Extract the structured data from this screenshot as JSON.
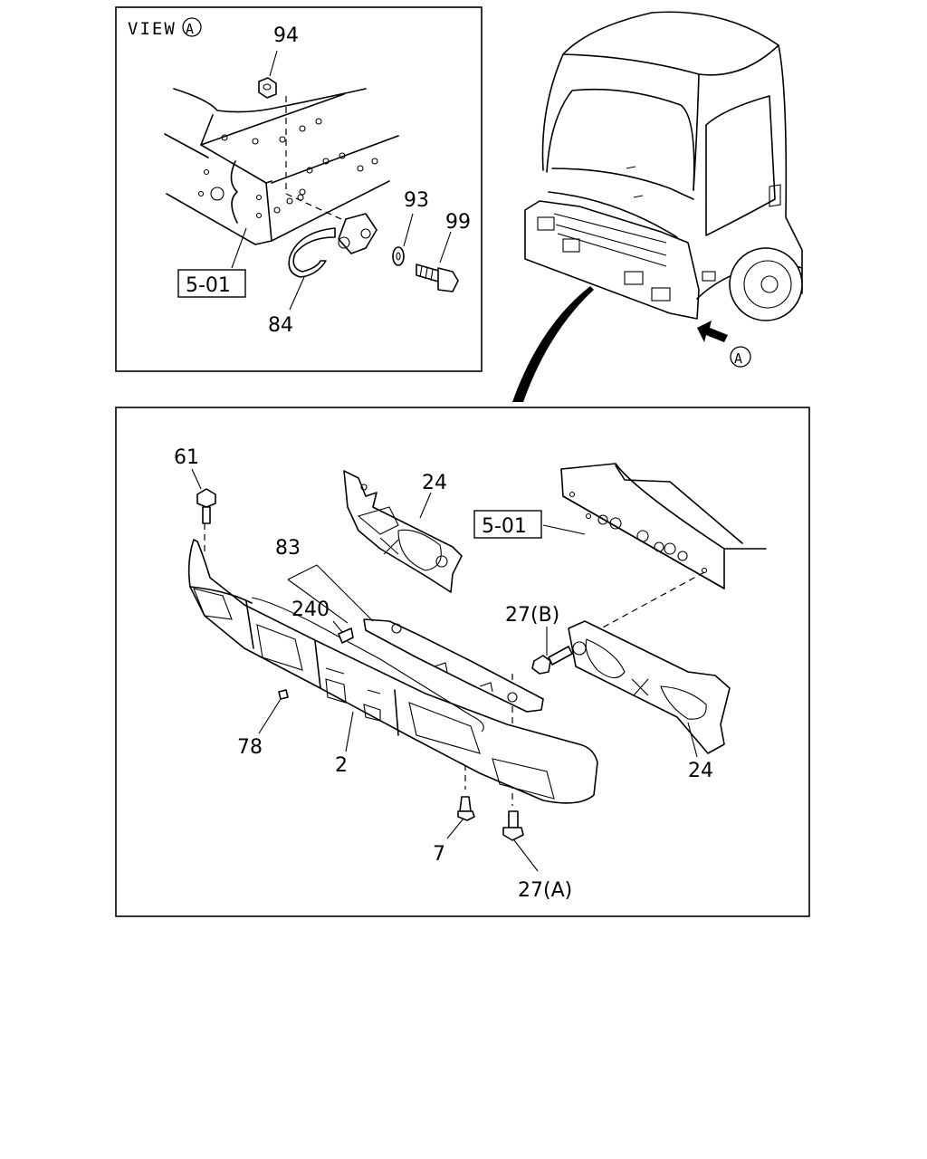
{
  "view_panel": {
    "title": "VIEW",
    "title_marker": "A",
    "ref_box": "5-01",
    "callouts": {
      "nut": "94",
      "washer": "93",
      "bolt": "99",
      "hook": "84"
    }
  },
  "truck_view": {
    "arrow_marker": "A"
  },
  "main_panel": {
    "ref_box": "5-01",
    "callouts": {
      "bolt_top": "61",
      "bracket_left": "24",
      "bracket_right": "24",
      "bracket_set": "83",
      "clip": "240",
      "bolt_b": "27(B)",
      "small_nut": "78",
      "bumper": "2",
      "screw": "7",
      "bolt_a": "27(A)"
    }
  }
}
